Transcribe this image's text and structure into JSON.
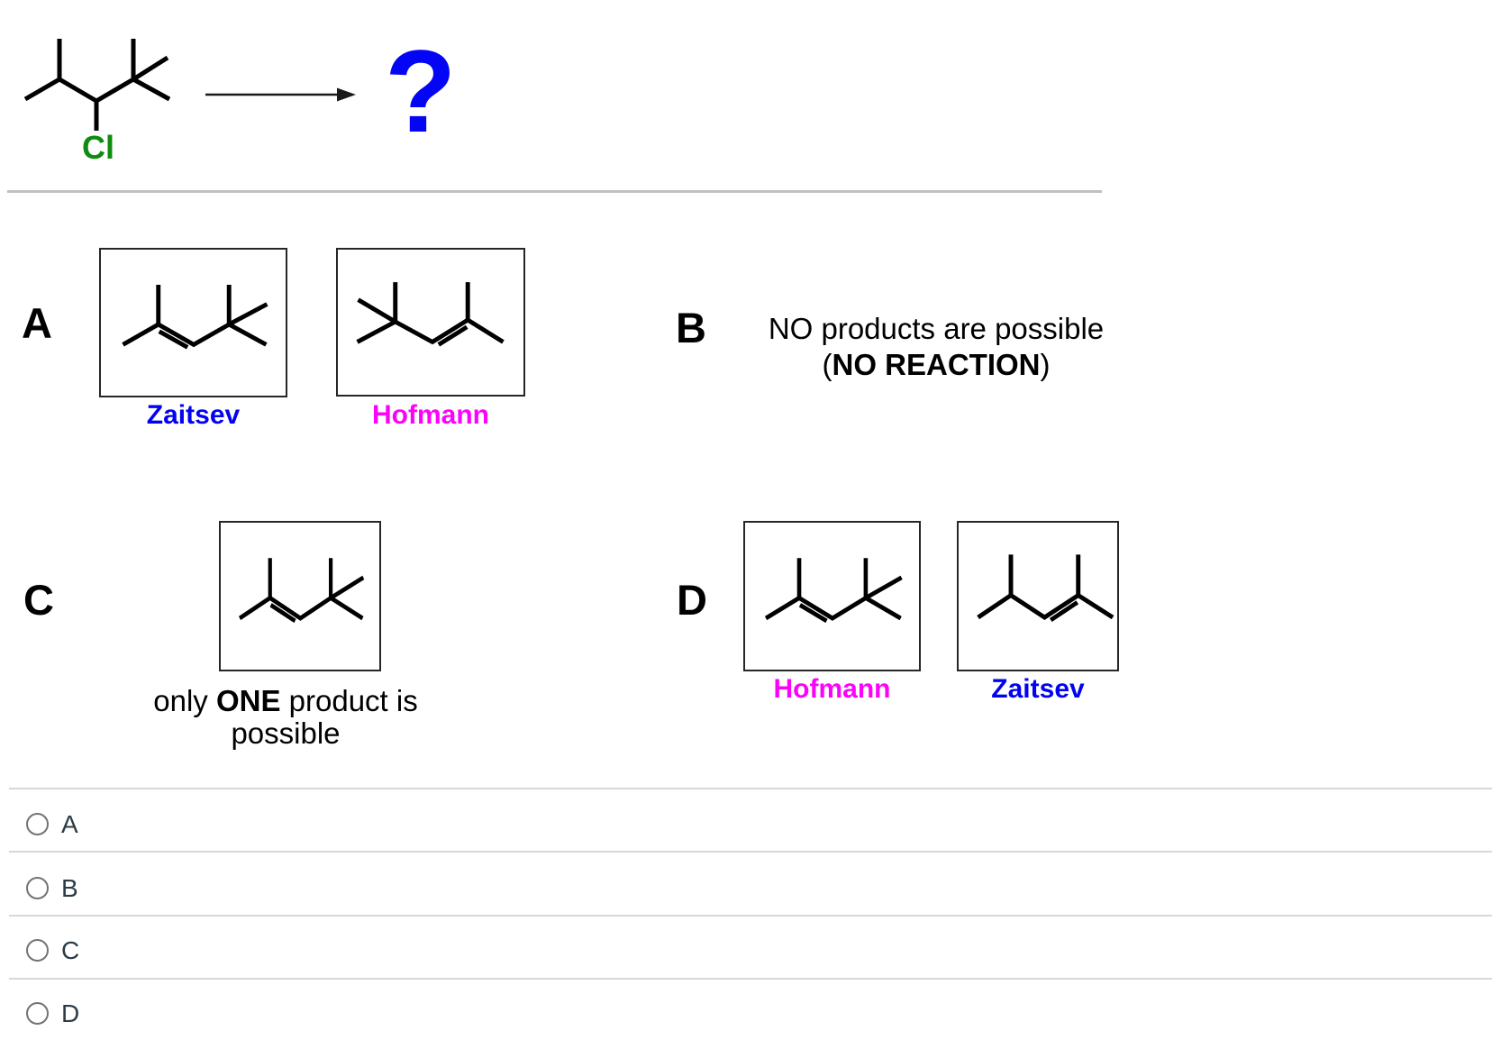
{
  "question": {
    "reactant_halogen": "Cl",
    "product_placeholder": "?"
  },
  "colors": {
    "halogen_green": "#0F8C0F",
    "placeholder_blue": "#0505F5",
    "zaitsev_blue": "#0202F2",
    "hofmann_magenta": "#FB02FB",
    "structure_black": "#000000",
    "radio_label_gray": "#2D3B45"
  },
  "options": {
    "a": {
      "letter": "A",
      "products": [
        {
          "label": "Zaitsev"
        },
        {
          "label": "Hofmann"
        }
      ]
    },
    "b": {
      "letter": "B",
      "line1": "NO products are possible",
      "line2_open": "(",
      "line2_emphasis": "NO REACTION",
      "line2_close": ")"
    },
    "c": {
      "letter": "C",
      "caption_prefix": "only ",
      "caption_emphasis": "ONE",
      "caption_suffix": " product is possible"
    },
    "d": {
      "letter": "D",
      "products": [
        {
          "label": "Hofmann"
        },
        {
          "label": "Zaitsev"
        }
      ]
    }
  },
  "answers": {
    "options": [
      {
        "label": "A"
      },
      {
        "label": "B"
      },
      {
        "label": "C"
      },
      {
        "label": "D"
      }
    ]
  }
}
